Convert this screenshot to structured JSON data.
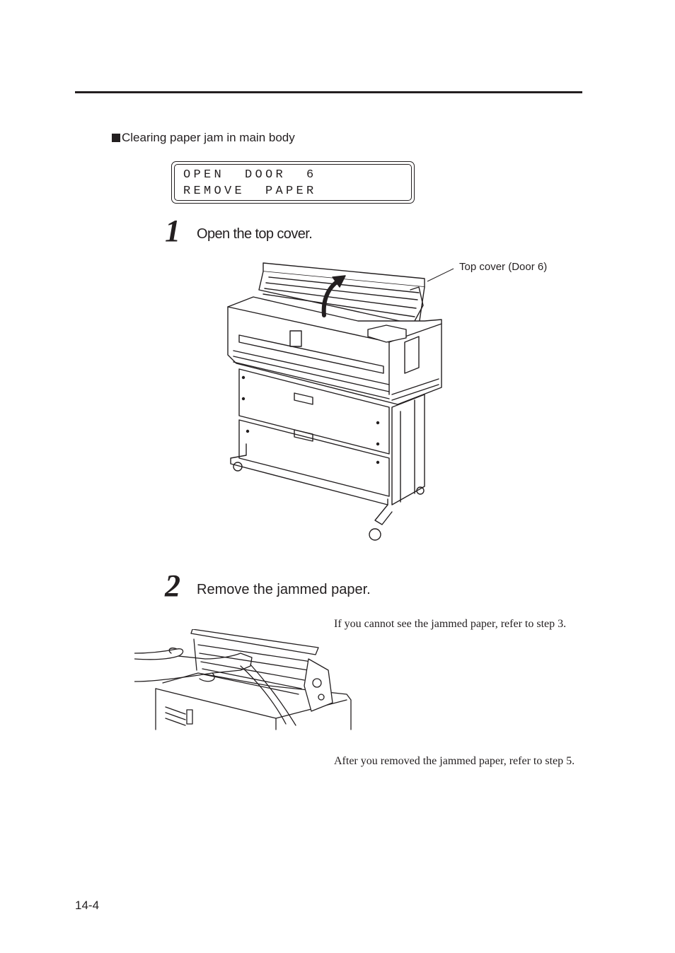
{
  "header": {
    "section_title": "Clearing paper jam in main body"
  },
  "display": {
    "line1": "OPEN  DOOR  6",
    "line2": "REMOVE  PAPER"
  },
  "steps": [
    {
      "number": "1",
      "text": "Open the top cover.",
      "callout": "Top cover (Door 6)"
    },
    {
      "number": "2",
      "text": "Remove the jammed paper.",
      "note1": "If you cannot see the jammed paper, refer to step 3.",
      "note2": "After you removed the jammed paper, refer to step 5."
    }
  ],
  "footer": {
    "page_number": "14-4"
  }
}
